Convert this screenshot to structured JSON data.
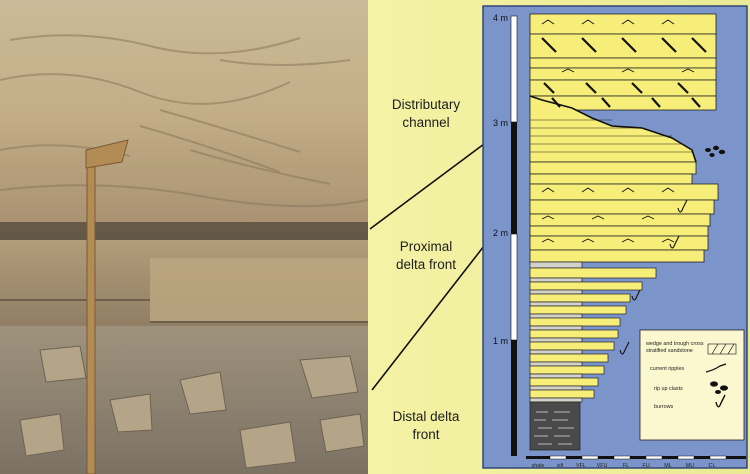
{
  "zones": {
    "distributary": [
      "Distributary",
      "channel"
    ],
    "proximal": [
      "Proximal",
      "delta front"
    ],
    "distal": [
      "Distal delta",
      "front"
    ]
  },
  "log": {
    "scale_labels": [
      "4 m",
      "3 m",
      "2 m",
      "1 m"
    ],
    "grain_size_labels": [
      "shale",
      "silt",
      "VFL",
      "VFU",
      "FL",
      "FU",
      "ML",
      "MU",
      "CL"
    ]
  },
  "legend": {
    "cross_strat": [
      "wedge and trough cross",
      "stratified sandstone"
    ],
    "ripples": "current ripples",
    "clasts": "rip up clasts",
    "burrows": "burrows"
  },
  "colors": {
    "log_bg": "#7b94c9",
    "sand": "#f6ee78",
    "silt": "#d2d2c8",
    "shale": "#4a4a4a"
  }
}
